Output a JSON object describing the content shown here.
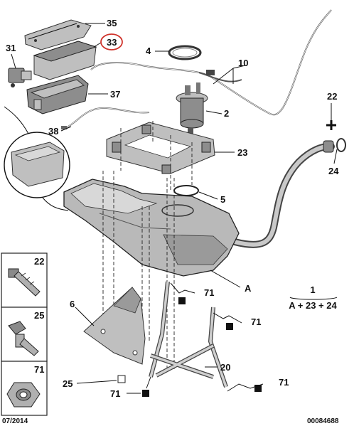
{
  "callouts": {
    "c35": "35",
    "c33": "33",
    "c31": "31",
    "c37": "37",
    "c38": "38",
    "c4": "4",
    "c10": "10",
    "c2": "2",
    "c22": "22",
    "c23": "23",
    "c5": "5",
    "c24": "24",
    "cA": "A",
    "c1": "1",
    "c71a": "71",
    "c71b": "71",
    "c71c": "71",
    "c71d": "71",
    "c6": "6",
    "c20": "20",
    "c25": "25"
  },
  "formula": "A + 23 + 24",
  "legend": [
    {
      "number": "22",
      "part": "bolt-icon"
    },
    {
      "number": "25",
      "part": "stud-bolt-icon"
    },
    {
      "number": "71",
      "part": "nut-icon"
    }
  ],
  "footer": {
    "date": "07/2014",
    "code": "00084688"
  },
  "colors": {
    "highlight_circle": "#d0342c",
    "fill_grey": "#bfbfbf",
    "ink": "#111111"
  }
}
